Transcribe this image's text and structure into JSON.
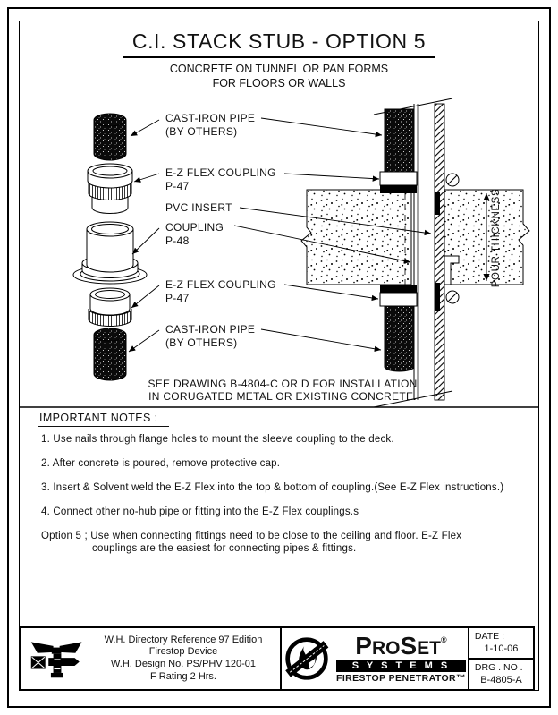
{
  "colors": {
    "ink": "#000000",
    "paper": "#ffffff"
  },
  "page": {
    "title": "C.I. STACK STUB - OPTION 5",
    "subtitle1": "CONCRETE ON TUNNEL OR PAN FORMS",
    "subtitle2": "FOR FLOORS OR WALLS"
  },
  "diagram": {
    "labels": {
      "cast_iron_top1": "CAST-IRON PIPE",
      "cast_iron_top2": "(BY OTHERS)",
      "ez_flex_top1": "E-Z FLEX COUPLING",
      "ez_flex_top2": "P-47",
      "pvc_insert": "PVC INSERT",
      "coupling1": "COUPLING",
      "coupling2": "P-48",
      "ez_flex_bot1": "E-Z FLEX COUPLING",
      "ez_flex_bot2": "P-47",
      "cast_iron_bot1": "CAST-IRON PIPE",
      "cast_iron_bot2": "(BY OTHERS)",
      "pour_thickness": "POUR THICKNESS"
    },
    "see_drawing1": "SEE DRAWING B-4804-C OR D FOR INSTALLATION",
    "see_drawing2": "IN CORUGATED METAL OR EXISTING CONCRETE."
  },
  "notes": {
    "heading": "IMPORTANT NOTES :",
    "items": [
      "1. Use nails through flange holes to mount the sleeve coupling to the deck.",
      "2. After concrete is poured, remove protective cap.",
      "3. Insert & Solvent weld the E-Z Flex into the top & bottom of coupling.(See E-Z Flex instructions.)",
      "4. Connect other no-hub pipe or fitting into the E-Z Flex couplings.s"
    ],
    "option5_line1": "Option 5 ;  Use when connecting fittings need to be close to the ceiling and floor. E-Z Flex",
    "option5_line2": "couplings are the easiest for connecting  pipes & fittings."
  },
  "titleblock": {
    "wh_lines": [
      "W.H. Directory Reference 97 Edition",
      "Firestop Device",
      "W.H. Design No. PS/PHV 120-01",
      "F Rating 2 Hrs."
    ],
    "brand_p": "P",
    "brand_ro": "RO",
    "brand_s": "S",
    "brand_et": "ET",
    "brand_reg": "®",
    "brand_sub": "S Y S T E M S",
    "brand_tag": "FIRESTOP  PENETRATOR™",
    "date_label": "DATE :",
    "date_value": "1-10-06",
    "drg_label": "DRG . NO .",
    "drg_value": "B-4805-A"
  }
}
